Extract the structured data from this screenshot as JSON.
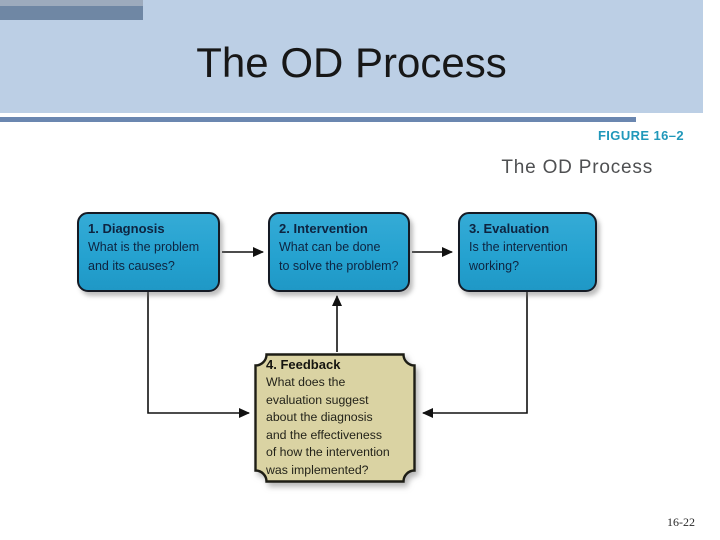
{
  "slide": {
    "title": "The OD Process",
    "page_number": "16-22"
  },
  "figure": {
    "label": "FIGURE 16–2",
    "caption": "The OD Process"
  },
  "diagram": {
    "boxes": [
      {
        "id": "diagnosis",
        "heading": "1. Diagnosis",
        "lines": [
          "What is the problem",
          "and its causes?"
        ]
      },
      {
        "id": "intervention",
        "heading": "2. Intervention",
        "lines": [
          "What can be done",
          "to solve the problem?"
        ]
      },
      {
        "id": "evaluation",
        "heading": "3. Evaluation",
        "lines": [
          "Is the intervention",
          "working?"
        ]
      },
      {
        "id": "feedback",
        "heading": "4. Feedback",
        "lines": [
          "What does the",
          "evaluation suggest",
          "about the diagnosis",
          "and the effectiveness",
          "of how the intervention",
          "was implemented?"
        ]
      }
    ],
    "connections": [
      {
        "from": "diagnosis",
        "to": "intervention"
      },
      {
        "from": "intervention",
        "to": "evaluation"
      },
      {
        "from": "diagnosis",
        "to": "feedback"
      },
      {
        "from": "evaluation",
        "to": "feedback"
      },
      {
        "from": "feedback",
        "to": "intervention"
      }
    ],
    "colors": {
      "header_bg": "#bccfe5",
      "header_accent_bar": "#6f87a4",
      "header_accent_strip": "#9dabbd",
      "separator_line": "#6b87b0",
      "figure_label_text": "#2198ba",
      "process_box_fill": "#25a2d0",
      "feedback_box_fill": "#dad3a3",
      "box_border": "#1a1a14",
      "arrow": "#111111"
    }
  }
}
